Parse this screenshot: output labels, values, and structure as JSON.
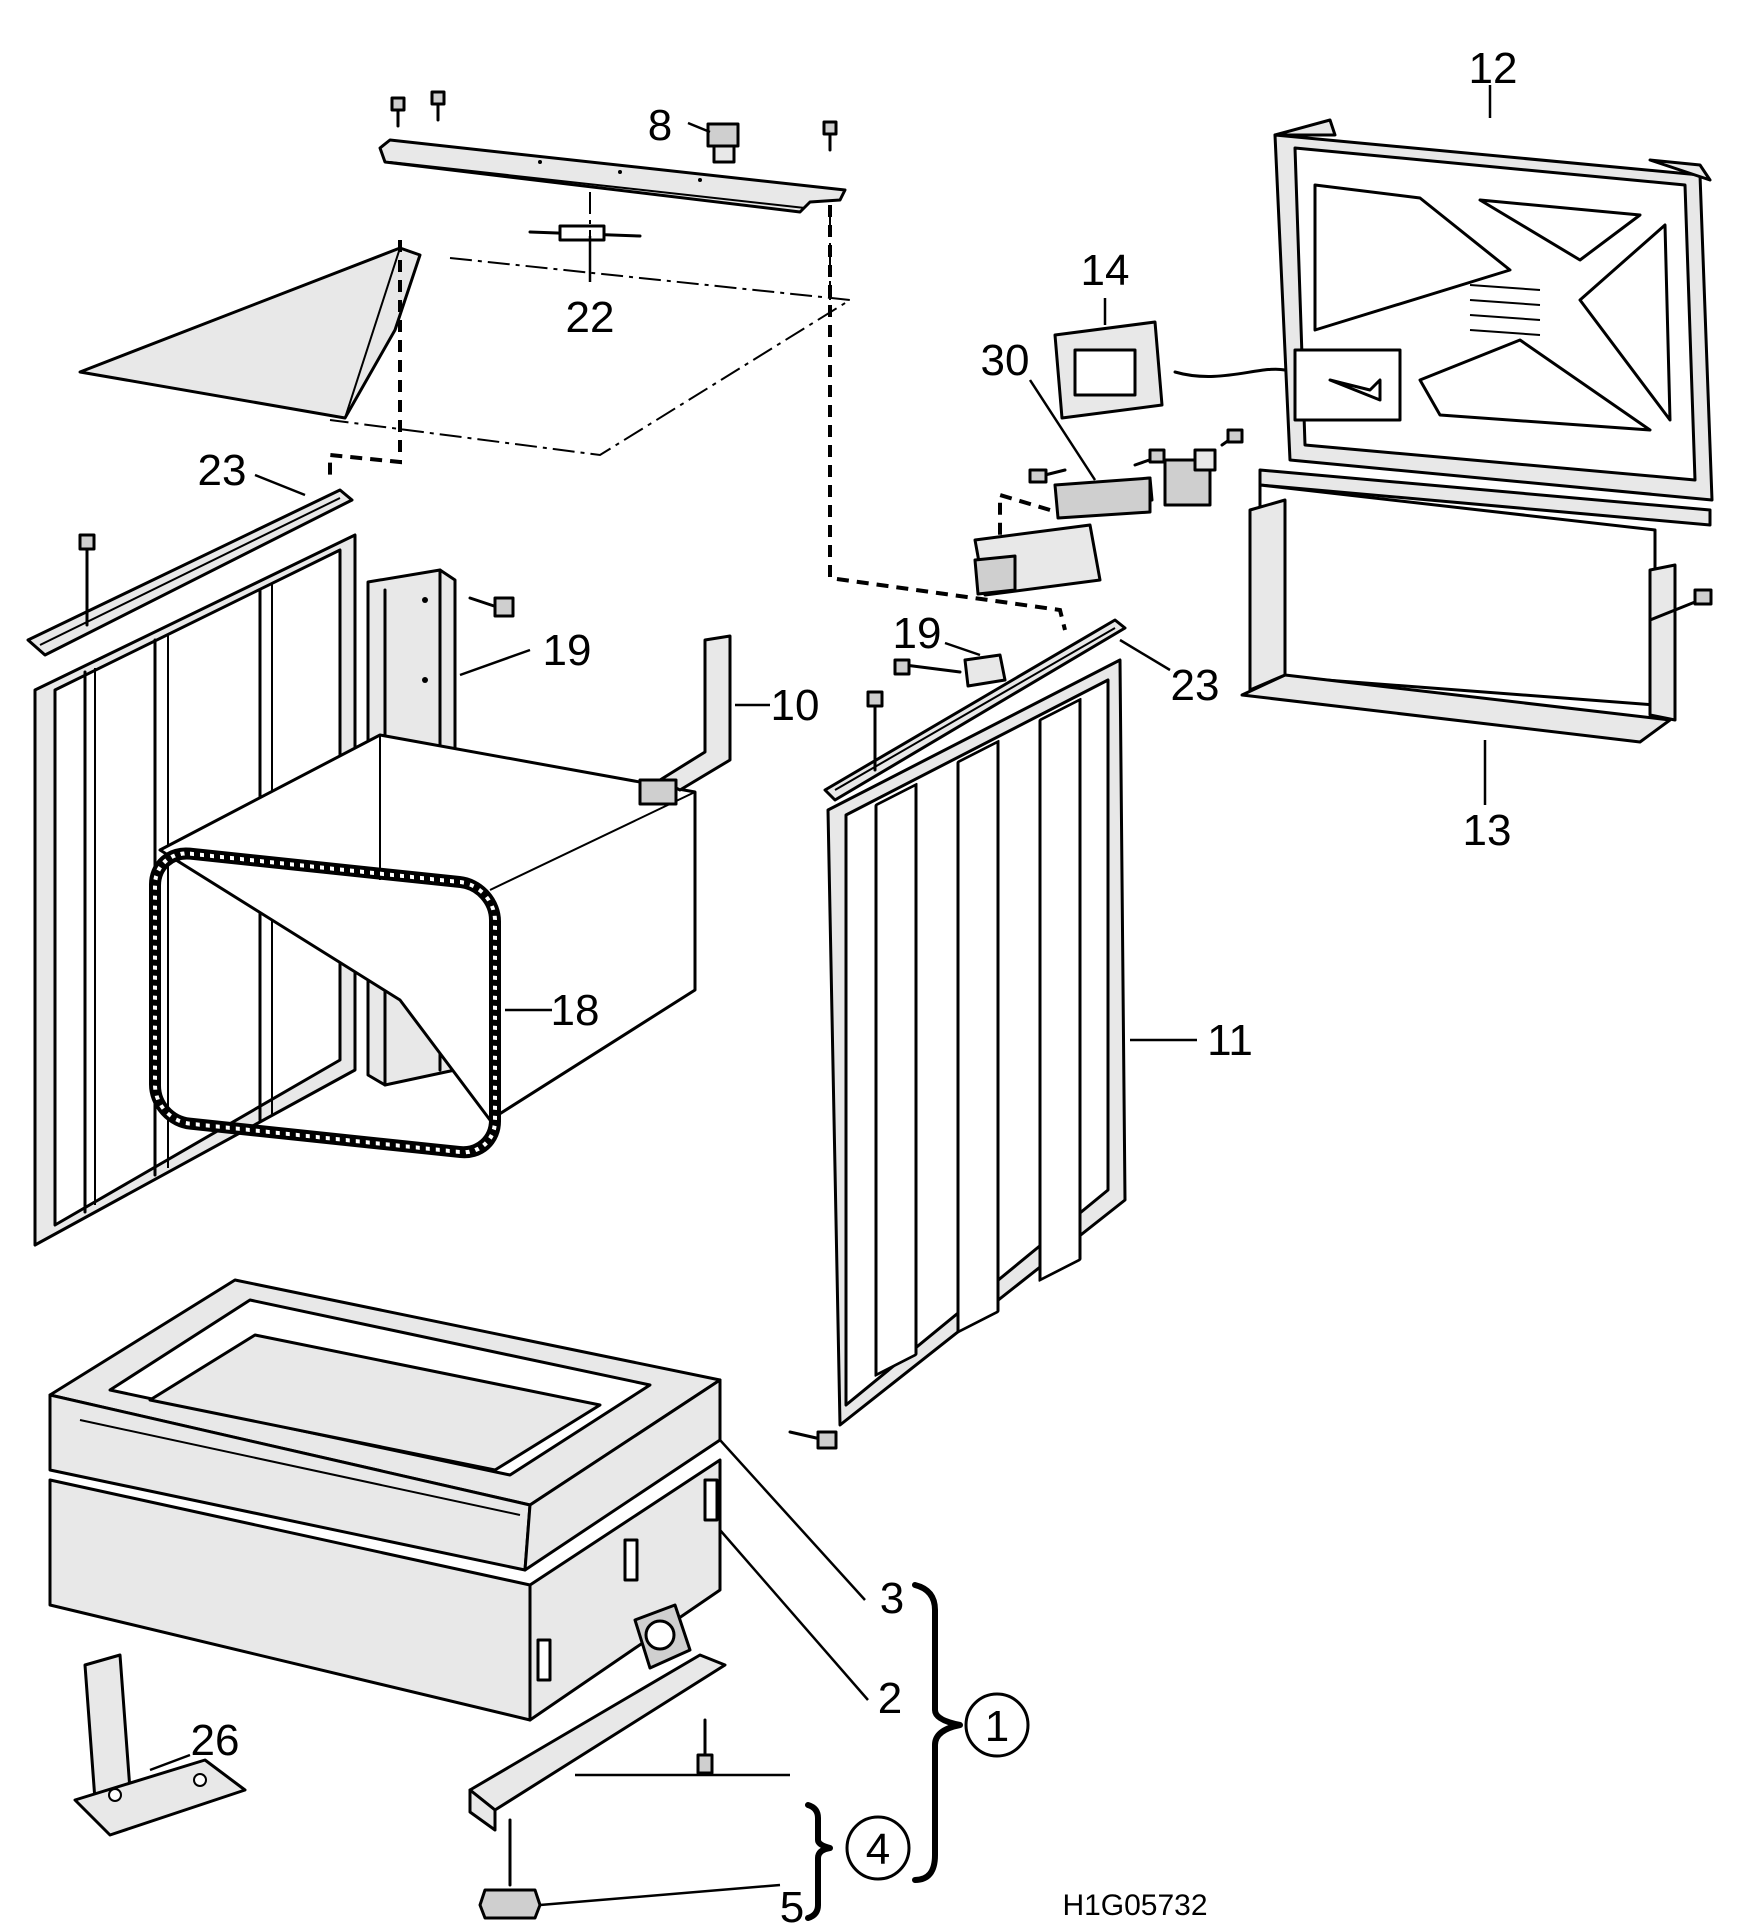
{
  "diagram": {
    "drawing_code": "H1G05732",
    "callouts": [
      {
        "id": "c1",
        "text": "1",
        "circled": true
      },
      {
        "id": "c2",
        "text": "2"
      },
      {
        "id": "c3",
        "text": "3"
      },
      {
        "id": "c4",
        "text": "4",
        "circled": true
      },
      {
        "id": "c5",
        "text": "5"
      },
      {
        "id": "c8",
        "text": "8"
      },
      {
        "id": "c10",
        "text": "10"
      },
      {
        "id": "c11",
        "text": "11"
      },
      {
        "id": "c12",
        "text": "12"
      },
      {
        "id": "c13",
        "text": "13"
      },
      {
        "id": "c14",
        "text": "14"
      },
      {
        "id": "c18",
        "text": "18"
      },
      {
        "id": "c19a",
        "text": "19"
      },
      {
        "id": "c19b",
        "text": "19"
      },
      {
        "id": "c22",
        "text": "22"
      },
      {
        "id": "c23a",
        "text": "23"
      },
      {
        "id": "c23b",
        "text": "23"
      },
      {
        "id": "c26",
        "text": "26"
      },
      {
        "id": "c30",
        "text": "30"
      }
    ]
  }
}
